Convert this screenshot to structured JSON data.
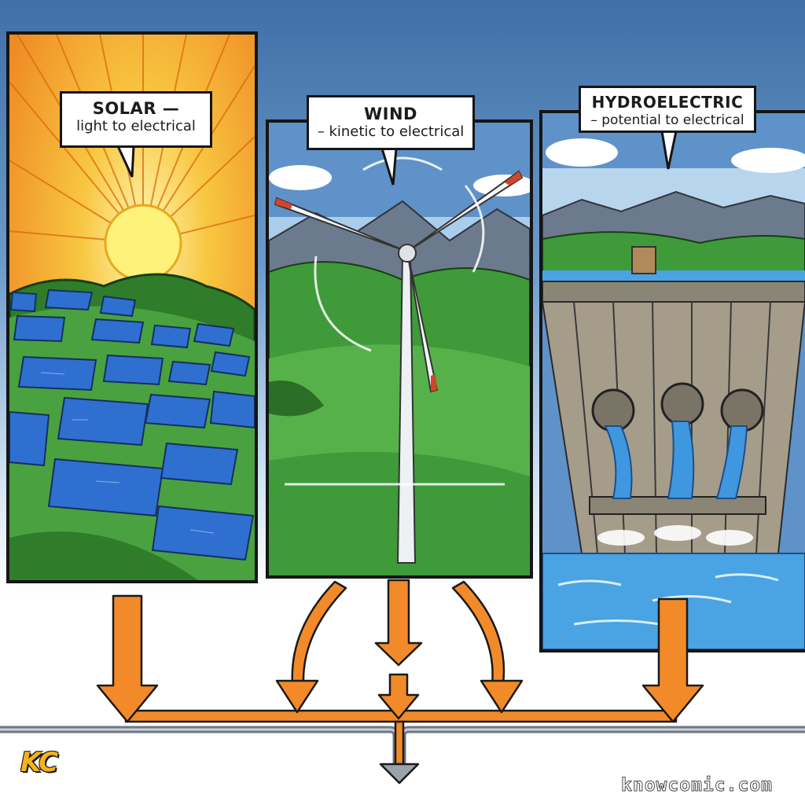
{
  "panels": {
    "solar": {
      "title": "SOLAR —",
      "subtitle": "light to electrical"
    },
    "wind": {
      "title": "WIND",
      "subtitle": "– kinetic to electrical"
    },
    "hydro": {
      "title": "HYDROELECTRIC",
      "subtitle": "– potential to electrical"
    }
  },
  "branding": {
    "logo": "KC",
    "watermark": "knowcomic.com"
  },
  "colors": {
    "arrow": "#f28a2a",
    "arrow_outline": "#1a1a1a",
    "sky": "#4a78ae",
    "grass": "#3f9a3a",
    "water": "#4aa3e2",
    "panel_blue": "#2f6fcf"
  },
  "icons": [
    "sun-icon",
    "solar-panel-icon",
    "wind-turbine-icon",
    "dam-turbine-icon",
    "down-arrow-icon"
  ]
}
